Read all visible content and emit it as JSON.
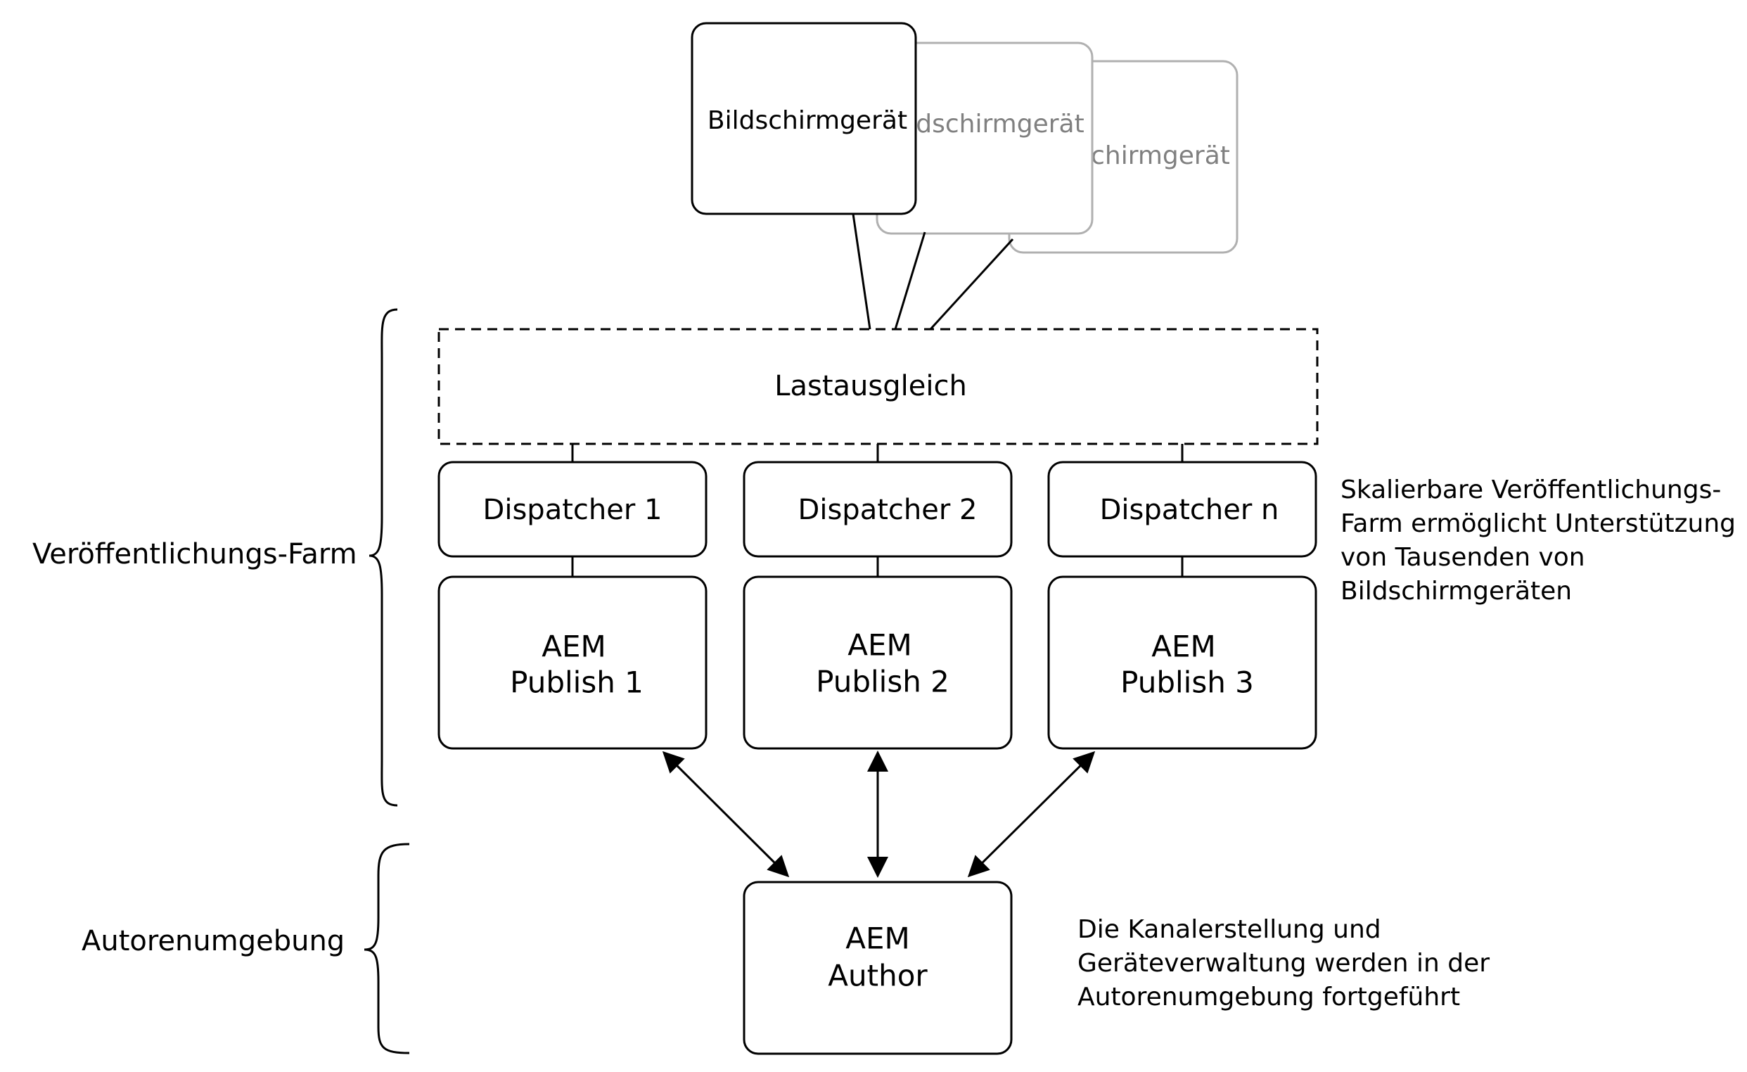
{
  "devices": [
    {
      "label": "Bildschirmgerät"
    },
    {
      "label": "dschirmgerät"
    },
    {
      "label": "chirmgerät"
    }
  ],
  "load_balancer": {
    "label": "Lastausgleich"
  },
  "dispatchers": [
    {
      "label": "Dispatcher 1"
    },
    {
      "label": "Dispatcher 2"
    },
    {
      "label": "Dispatcher n"
    }
  ],
  "publishers": [
    {
      "line1": "AEM",
      "line2": "Publish 1"
    },
    {
      "line1": "AEM",
      "line2": "Publish 2"
    },
    {
      "line1": "AEM",
      "line2": "Publish 3"
    }
  ],
  "author": {
    "line1": "AEM",
    "line2": "Author"
  },
  "groups": {
    "publish_farm": "Veröffentlichungs-Farm",
    "author_env": "Autorenumgebung"
  },
  "notes": {
    "publish_note": [
      "Skalierbare Veröffentlichungs-",
      "Farm ermöglicht Unterstützung",
      "von Tausenden von",
      "Bildschirmgeräten"
    ],
    "author_note": [
      "Die Kanalerstellung und",
      "Geräteverwaltung werden in der",
      "Autorenumgebung fortgeführt"
    ]
  },
  "colors": {
    "stroke": "#000000",
    "ghost_stroke": "#b0b0b0",
    "ghost_text": "#808080"
  }
}
